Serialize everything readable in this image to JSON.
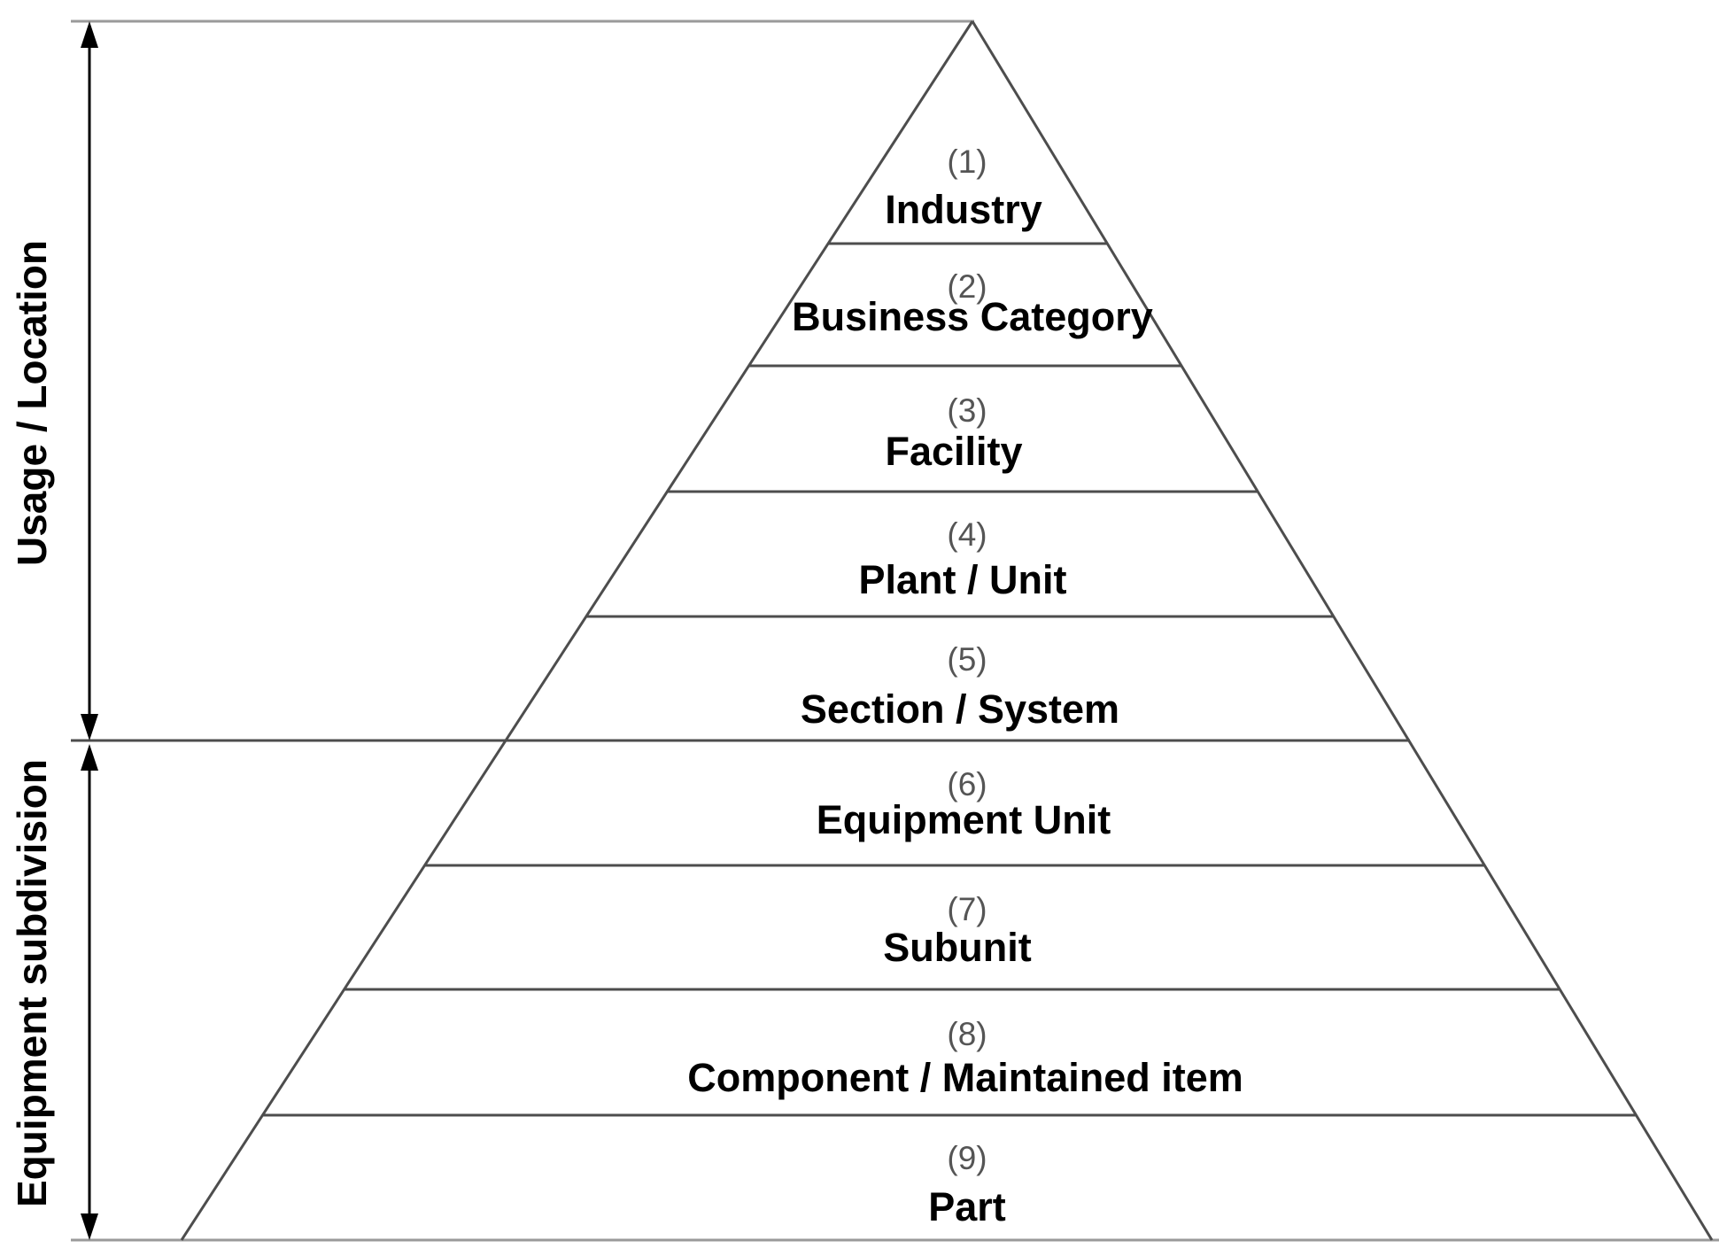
{
  "diagram": {
    "levels": [
      {
        "number": "(1)",
        "name": "Industry"
      },
      {
        "number": "(2)",
        "name": "Business Category"
      },
      {
        "number": "(3)",
        "name": "Facility"
      },
      {
        "number": "(4)",
        "name": "Plant / Unit"
      },
      {
        "number": "(5)",
        "name": "Section / System"
      },
      {
        "number": "(6)",
        "name": "Equipment Unit"
      },
      {
        "number": "(7)",
        "name": "Subunit"
      },
      {
        "number": "(8)",
        "name": "Component / Maintained item"
      },
      {
        "number": "(9)",
        "name": "Part"
      }
    ],
    "groups": [
      {
        "label": "Usage / Location",
        "levels": "1-5"
      },
      {
        "label": "Equipment subdivision",
        "levels": "6-9"
      }
    ]
  }
}
